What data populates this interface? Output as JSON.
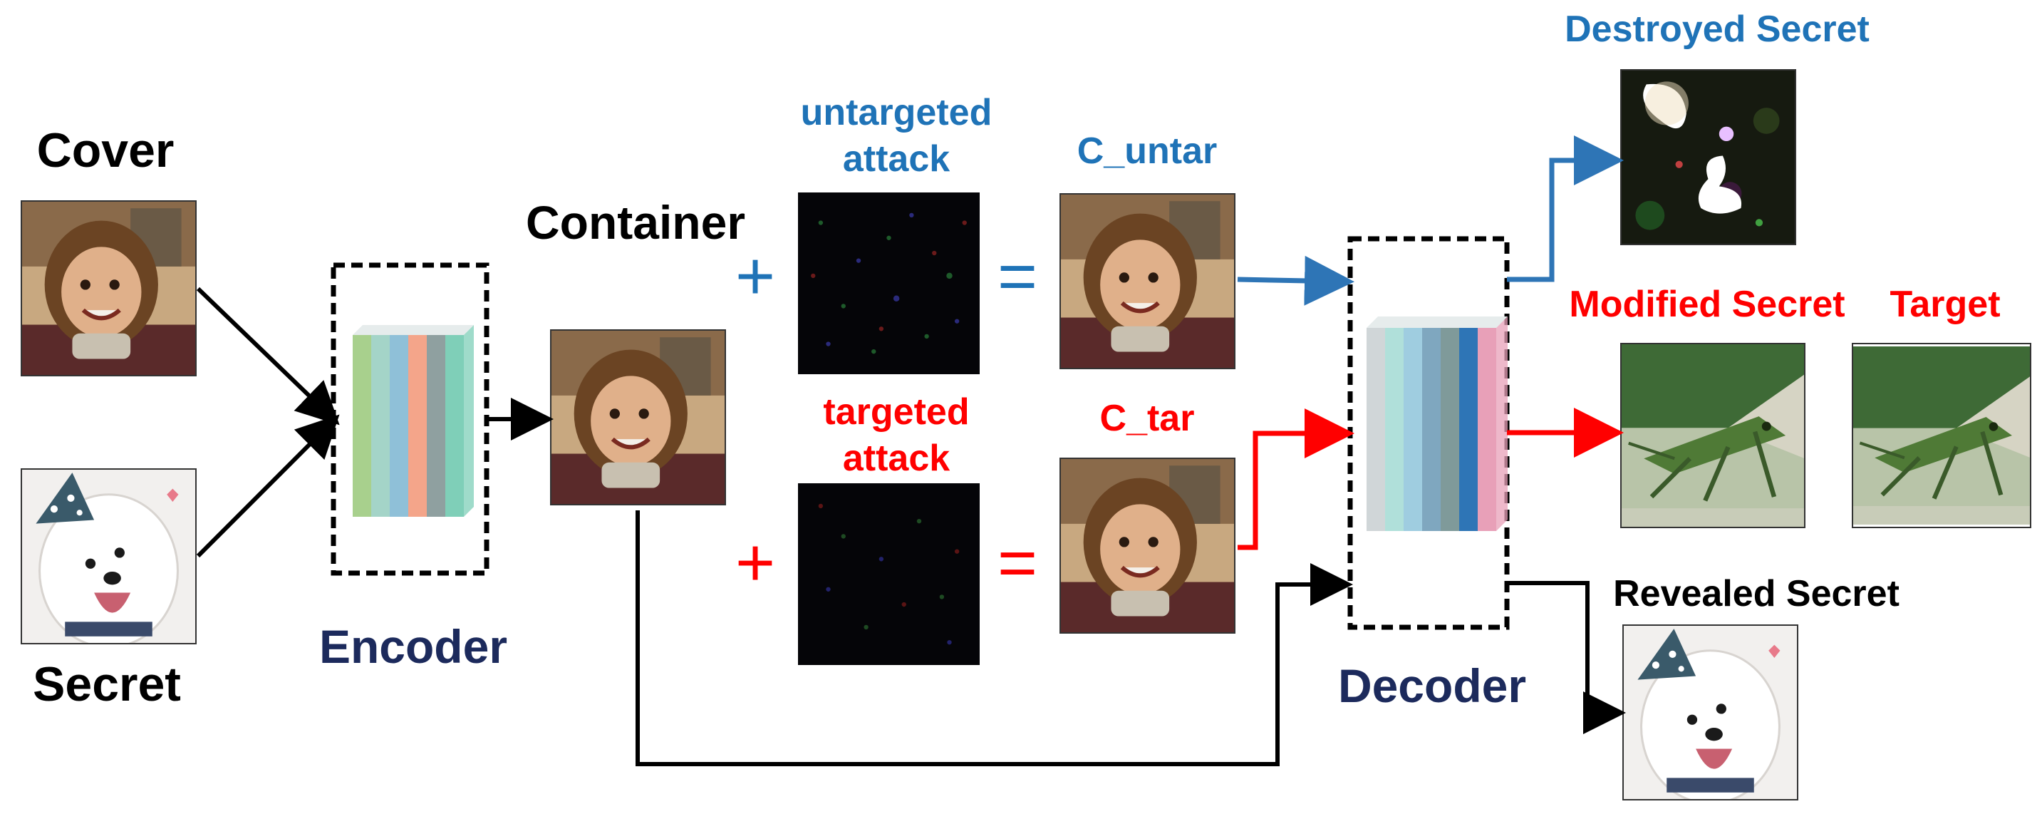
{
  "labels": {
    "cover": "Cover",
    "secret": "Secret",
    "encoder": "Encoder",
    "container": "Container",
    "untargeted_line1": "untargeted",
    "untargeted_line2": "attack",
    "targeted_line1": "targeted",
    "targeted_line2": "attack",
    "c_untar": "C_untar",
    "c_tar": "C_tar",
    "decoder": "Decoder",
    "destroyed_secret": "Destroyed Secret",
    "modified_secret": "Modified Secret",
    "target": "Target",
    "revealed_secret": "Revealed Secret",
    "plus": "+",
    "equals": "="
  },
  "colors": {
    "blue_text": "#1f73b7",
    "red_text": "#ff0000",
    "navy_text": "#1c2a5c",
    "black": "#000000",
    "blue_arrow": "#2e75b6",
    "red_arrow": "#ff0000"
  },
  "encoder_layers": [
    "#a8d08d",
    "#a4d4c8",
    "#8fc0d8",
    "#f4a58a",
    "#8fa0a0",
    "#7fcfb8"
  ],
  "decoder_layers": [
    "#d0d6d8",
    "#b0e0da",
    "#9fcde0",
    "#7fa7bf",
    "#7f9a9a",
    "#2e75b6",
    "#e8a0b8"
  ]
}
